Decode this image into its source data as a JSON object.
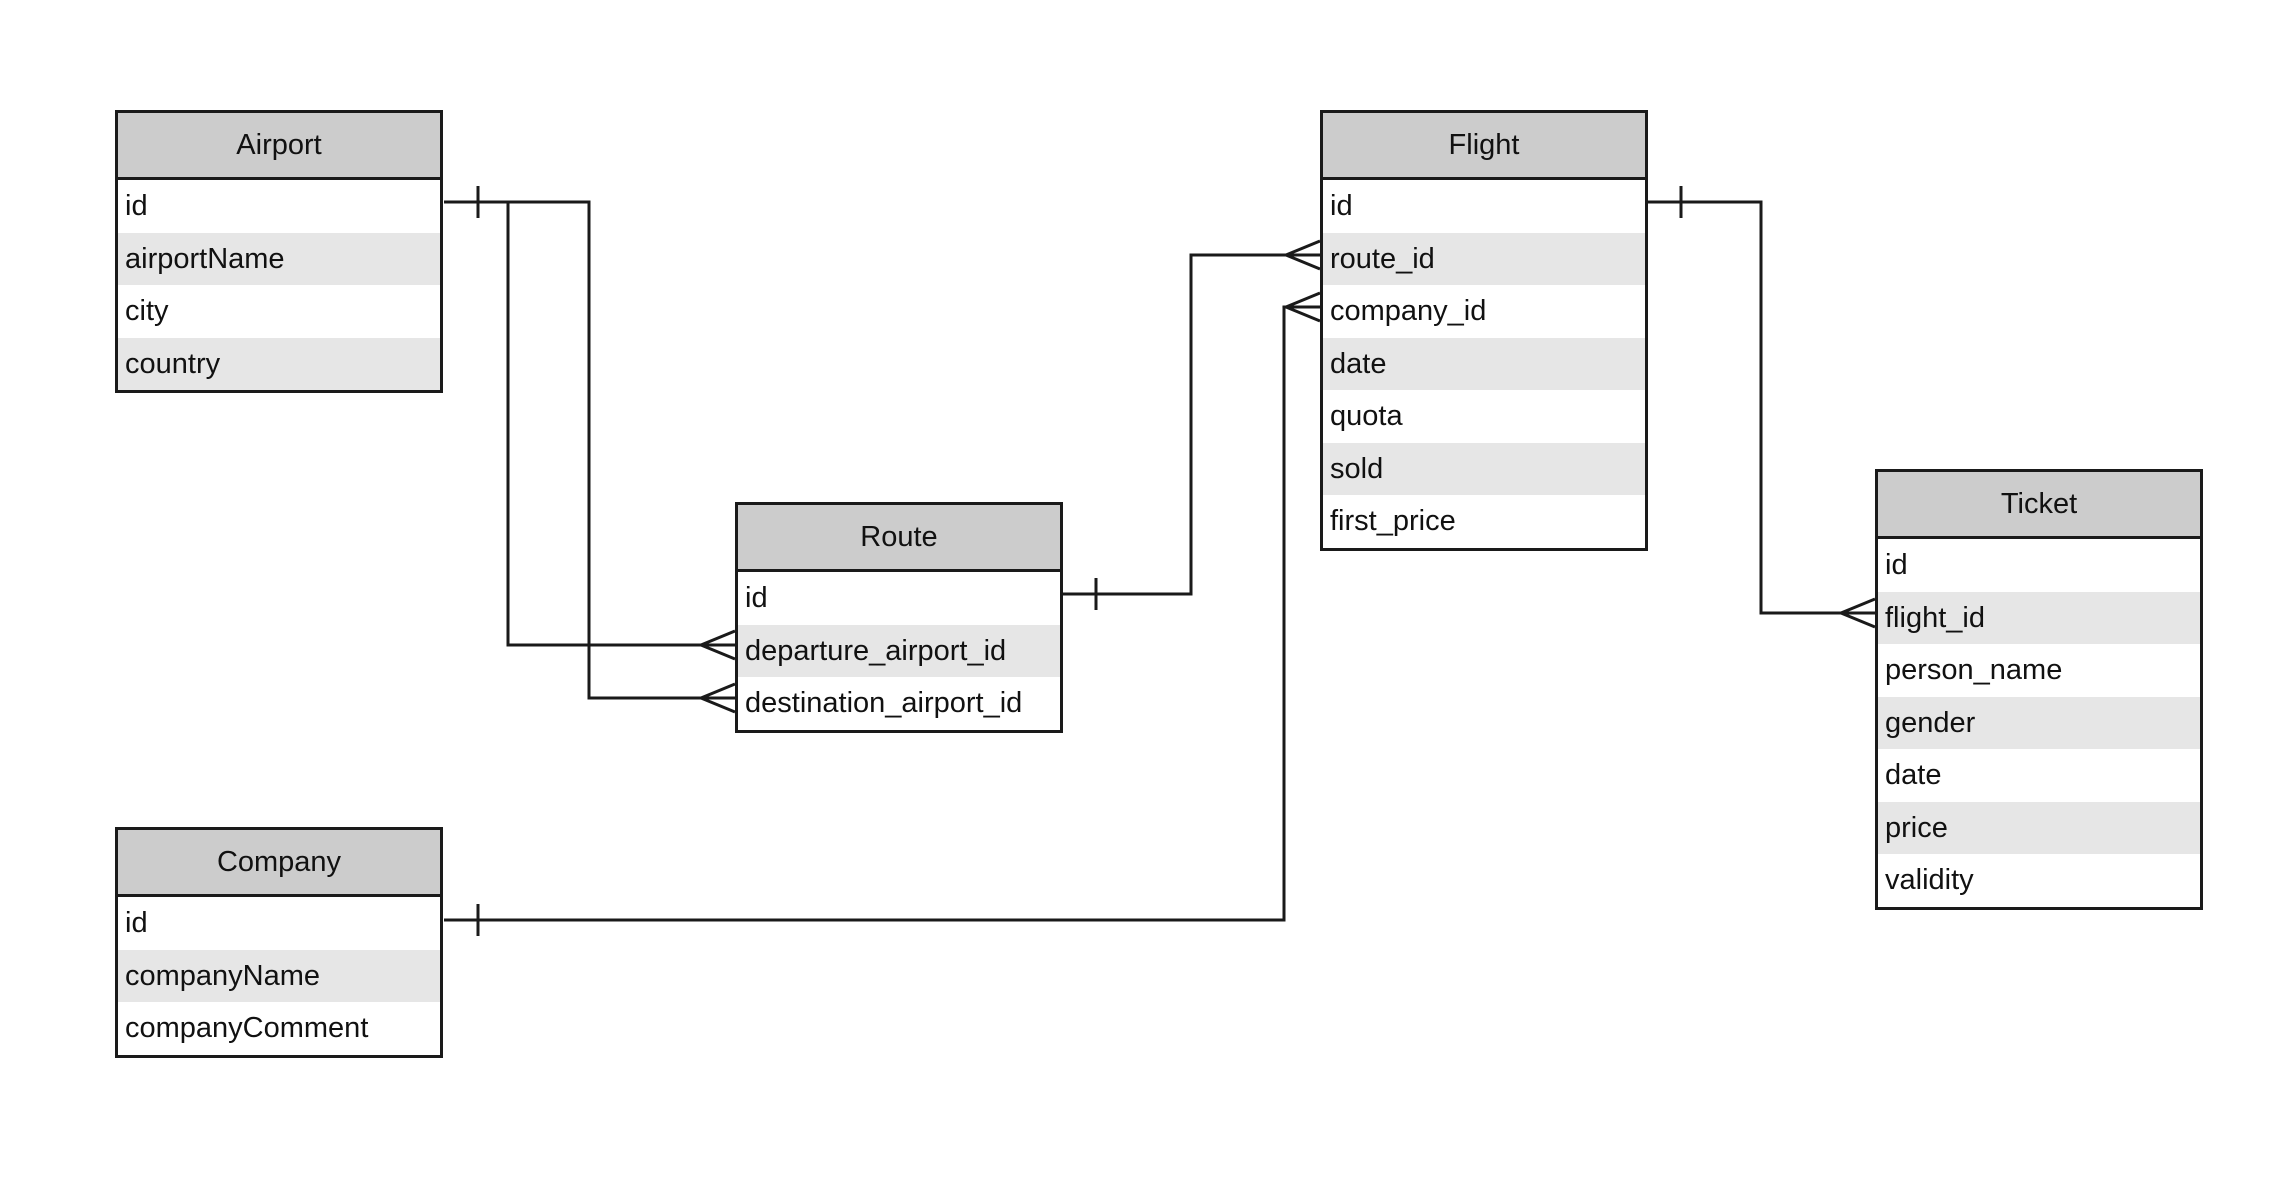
{
  "entities": {
    "airport": {
      "title": "Airport",
      "fields": [
        "id",
        "airportName",
        "city",
        "country"
      ]
    },
    "route": {
      "title": "Route",
      "fields": [
        "id",
        "departure_airport_id",
        "destination_airport_id"
      ]
    },
    "flight": {
      "title": "Flight",
      "fields": [
        "id",
        "route_id",
        "company_id",
        "date",
        "quota",
        "sold",
        "first_price"
      ]
    },
    "ticket": {
      "title": "Ticket",
      "fields": [
        "id",
        "flight_id",
        "person_name",
        "gender",
        "date",
        "price",
        "validity"
      ]
    },
    "company": {
      "title": "Company",
      "fields": [
        "id",
        "companyName",
        "companyComment"
      ]
    }
  },
  "relationships": [
    {
      "from": "airport.id",
      "to": "route.departure_airport_id",
      "cardinality": "one-to-many"
    },
    {
      "from": "airport.id",
      "to": "route.destination_airport_id",
      "cardinality": "one-to-many"
    },
    {
      "from": "route.id",
      "to": "flight.route_id",
      "cardinality": "one-to-many"
    },
    {
      "from": "company.id",
      "to": "flight.company_id",
      "cardinality": "one-to-many"
    },
    {
      "from": "flight.id",
      "to": "ticket.flight_id",
      "cardinality": "one-to-many"
    }
  ],
  "colors": {
    "header": "#cccccc",
    "alt_row": "#e6e6e6",
    "line": "#1a1a1a"
  }
}
